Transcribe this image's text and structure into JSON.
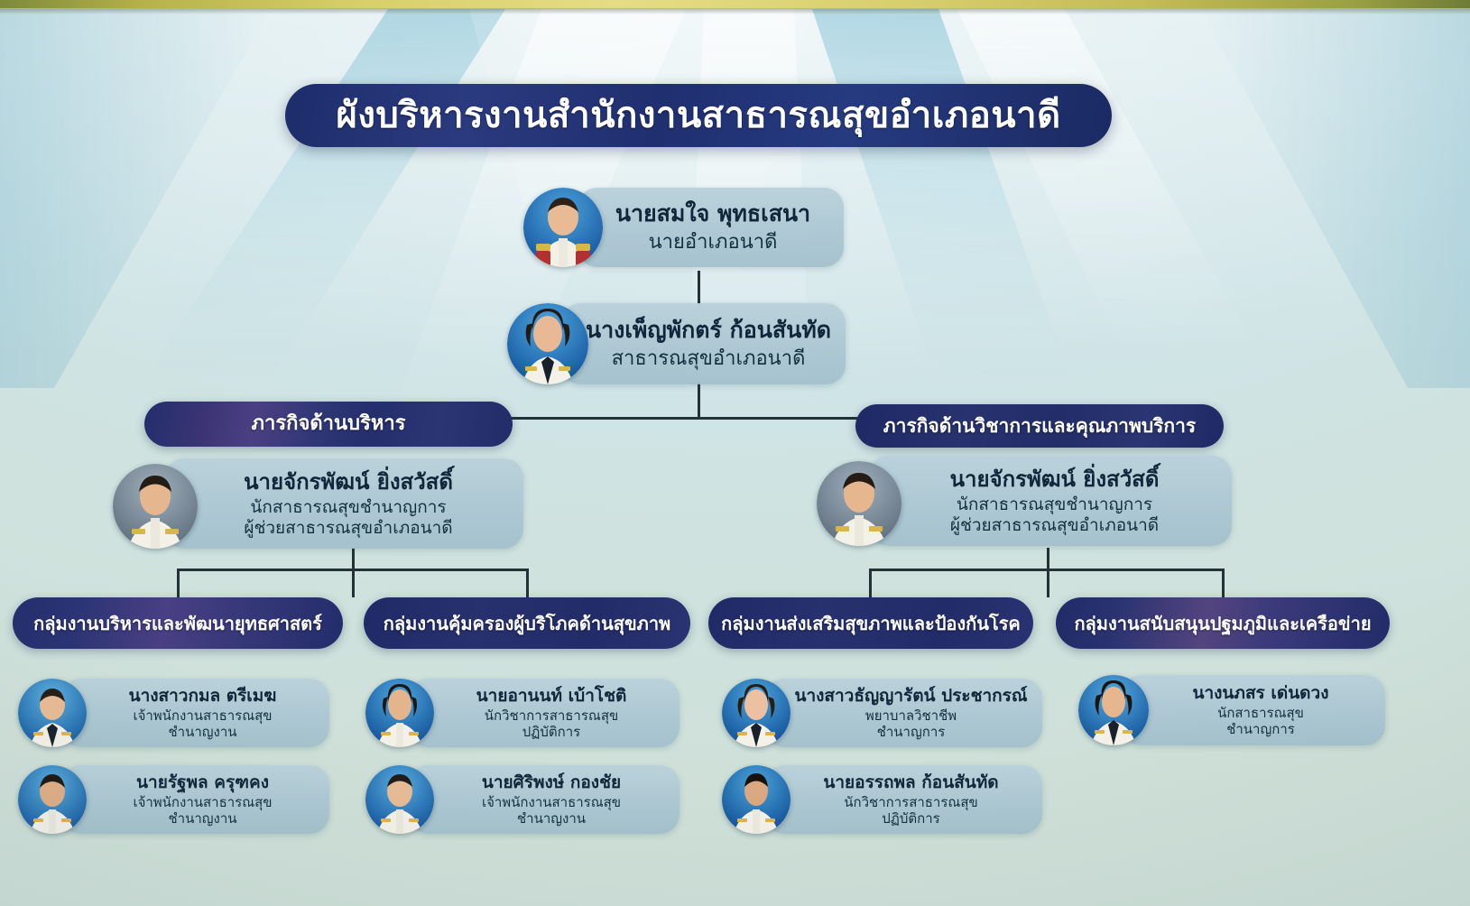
{
  "page": {
    "title": "ผังบริหารงานสำนักงานสาธารณสุขอำเภอนาดี",
    "colors": {
      "title_pill": "#1f2f70",
      "group_pill": "#242e6d",
      "card_plate": "#b6d0db",
      "connector": "#243238",
      "top_strip": "#ccc268",
      "background": "#cfe3e4"
    }
  },
  "org": {
    "top": [
      {
        "name": "นายสมใจ  พุทธเสนา",
        "role": "นายอำเภอนาดี",
        "photo_alt": "ภาพนายสมใจ พุทธเสนา"
      },
      {
        "name": "นางเพ็ญพักตร์  ก้อนสันทัด",
        "role": "สาธารณสุขอำเภอนาดี",
        "photo_alt": "ภาพนางเพ็ญพักตร์ ก้อนสันทัด"
      }
    ],
    "divisions": [
      {
        "header": "ภารกิจด้านบริหาร",
        "lead": {
          "name": "นายจักรพัฒน์  ยิ่งสวัสดิ์",
          "role1": "นักสาธารณสุขชำนาญการ",
          "role2": "ผู้ช่วยสาธารณสุขอำเภอนาดี",
          "photo_alt": "ภาพนายจักรพัฒน์ ยิ่งสวัสดิ์"
        }
      },
      {
        "header": "ภารกิจด้านวิชาการและคุณภาพบริการ",
        "lead": {
          "name": "นายจักรพัฒน์  ยิ่งสวัสดิ์",
          "role1": "นักสาธารณสุขชำนาญการ",
          "role2": "ผู้ช่วยสาธารณสุขอำเภอนาดี",
          "photo_alt": "ภาพนายจักรพัฒน์ ยิ่งสวัสดิ์"
        }
      }
    ],
    "groups": [
      {
        "header": "กลุ่มงานบริหารและพัฒนายุทธศาสตร์",
        "members": [
          {
            "name": "นางสาวกมล  ตรีเมฆ",
            "role1": "เจ้าพนักงานสาธารณสุข",
            "role2": "ชำนาญงาน",
            "photo_alt": "ภาพนางสาวกมล ตรีเมฆ"
          },
          {
            "name": "นายรัฐพล  ครุฑคง",
            "role1": "เจ้าพนักงานสาธารณสุข",
            "role2": "ชำนาญงาน",
            "photo_alt": "ภาพนายรัฐพล ครุฑคง"
          }
        ]
      },
      {
        "header": "กลุ่มงานคุ้มครองผู้บริโภคด้านสุขภาพ",
        "members": [
          {
            "name": "นายอานนท์  เบ้าโชติ",
            "role1": "นักวิชาการสาธารณสุข",
            "role2": "ปฏิบัติการ",
            "photo_alt": "ภาพนายอานนท์ เบ้าโชติ"
          },
          {
            "name": "นายศิริพงษ์  กองชัย",
            "role1": "เจ้าพนักงานสาธารณสุข",
            "role2": "ชำนาญงาน",
            "photo_alt": "ภาพนายศิริพงษ์ กองชัย"
          }
        ]
      },
      {
        "header": "กลุ่มงานส่งเสริมสุขภาพและป้องกันโรค",
        "members": [
          {
            "name": "นางสาวธัญญารัตน์ ประชากรณ์",
            "role1": "พยาบาลวิชาชีพ",
            "role2": "ชำนาญการ",
            "photo_alt": "ภาพนางสาวธัญญารัตน์ ประชากรณ์"
          },
          {
            "name": "นายอรรถพล  ก้อนสันทัด",
            "role1": "นักวิชาการสาธารณสุข",
            "role2": "ปฏิบัติการ",
            "photo_alt": "ภาพนายอรรถพล ก้อนสันทัด"
          }
        ]
      },
      {
        "header": "กลุ่มงานสนับสนุนปฐมภูมิและเครือข่าย",
        "members": [
          {
            "name": "นางนภสร  เด่นดวง",
            "role1": "นักสาธารณสุข",
            "role2": "ชำนาญการ",
            "photo_alt": "ภาพนางนภสร เด่นดวง"
          }
        ]
      }
    ]
  }
}
